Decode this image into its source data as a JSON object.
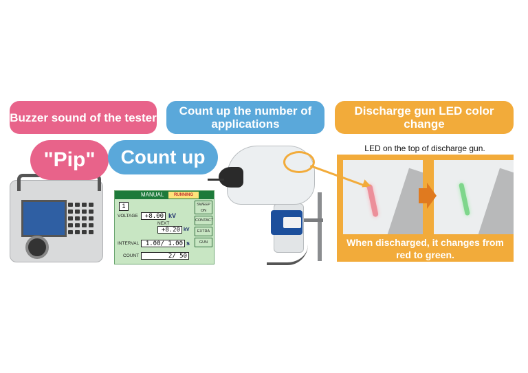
{
  "headers": {
    "buzzer": "Buzzer sound of the tester",
    "count": "Count up the number of applications",
    "led": "Discharge gun LED color change"
  },
  "bubbles": {
    "pip": "\"Pip\"",
    "count_up": "Count up"
  },
  "panel": {
    "mode": "MANUAL",
    "status": "RUNNING",
    "number": "1",
    "voltage_label": "VOLTAGE",
    "voltage_value": "+8.00",
    "voltage_unit": "kV",
    "next_label": "NEXT",
    "next_value": "+8.20",
    "next_unit": "kV",
    "interval_label": "INTERVAL",
    "interval_value": "1.00/ 1.00",
    "interval_unit": "s",
    "count_label": "COUNT",
    "count_value": "2/   50",
    "side_buttons": [
      "SWEEP ON",
      "CONTACT",
      "EXTRA",
      "GUN"
    ]
  },
  "led_caption": "LED on the top of discharge gun.",
  "photo_caption": "When discharged, it changes from red to green.",
  "colors": {
    "pink": "#e8638a",
    "blue": "#5aa8da",
    "orange": "#f2ab3a",
    "led_red": "#ec8f9a",
    "led_green": "#7ed68b"
  }
}
